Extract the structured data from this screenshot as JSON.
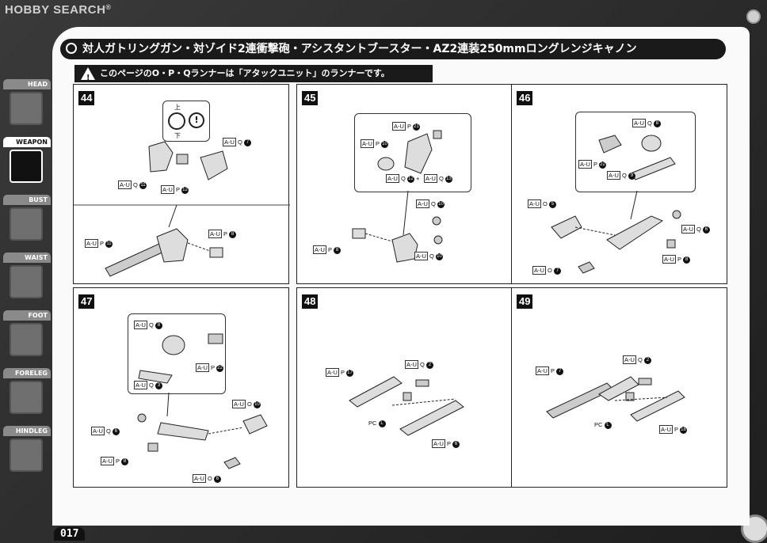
{
  "brand": {
    "name": "HOBBY SEARCH",
    "reg": "®"
  },
  "header": {
    "title": "対人ガトリングガン・対ゾイド2連衝撃砲・アシスタントブースター・AZ2連装250mmロングレンジキャノン"
  },
  "notice": {
    "text": "このページのO・P・Qランナーは「アタックユニット」のランナーです。"
  },
  "sidebar": {
    "tabs": [
      {
        "label": "HEAD",
        "active": false
      },
      {
        "label": "WEAPON",
        "active": true
      },
      {
        "label": "BUST",
        "active": false
      },
      {
        "label": "WAIST",
        "active": false
      },
      {
        "label": "FOOT",
        "active": false
      },
      {
        "label": "FORELEG",
        "active": false
      },
      {
        "label": "HINDLEG",
        "active": false
      }
    ]
  },
  "page_number": "017",
  "steps": [
    {
      "number": "44",
      "detail_labels": [
        "上",
        "下"
      ],
      "parts": [
        {
          "runner": "A-U",
          "letter": "Q",
          "num": "7"
        },
        {
          "runner": "A-U",
          "letter": "Q",
          "num": "11"
        },
        {
          "runner": "A-U",
          "letter": "P",
          "num": "12"
        },
        {
          "runner": "A-U",
          "letter": "P",
          "num": "11"
        },
        {
          "runner": "A-U",
          "letter": "P",
          "num": "8"
        }
      ]
    },
    {
      "number": "45",
      "parts": [
        {
          "runner": "A-U",
          "letter": "P",
          "num": "21"
        },
        {
          "runner": "A-U",
          "letter": "P",
          "num": "10"
        },
        {
          "runner": "A-U",
          "letter": "Q",
          "num": "12"
        },
        {
          "runner": "A-U",
          "letter": "Q",
          "num": "13"
        },
        {
          "runner": "A-U",
          "letter": "Q",
          "num": "10"
        },
        {
          "runner": "A-U",
          "letter": "P",
          "num": "8"
        },
        {
          "runner": "A-U",
          "letter": "Q",
          "num": "10"
        }
      ]
    },
    {
      "number": "46",
      "parts": [
        {
          "runner": "A-U",
          "letter": "Q",
          "num": "8"
        },
        {
          "runner": "A-U",
          "letter": "P",
          "num": "22"
        },
        {
          "runner": "A-U",
          "letter": "Q",
          "num": "9"
        },
        {
          "runner": "A-U",
          "letter": "O",
          "num": "5"
        },
        {
          "runner": "A-U",
          "letter": "Q",
          "num": "6"
        },
        {
          "runner": "A-U",
          "letter": "P",
          "num": "8"
        },
        {
          "runner": "A-U",
          "letter": "O",
          "num": "7"
        }
      ]
    },
    {
      "number": "47",
      "parts": [
        {
          "runner": "A-U",
          "letter": "Q",
          "num": "8"
        },
        {
          "runner": "A-U",
          "letter": "P",
          "num": "22"
        },
        {
          "runner": "A-U",
          "letter": "Q",
          "num": "3"
        },
        {
          "runner": "A-U",
          "letter": "O",
          "num": "10"
        },
        {
          "runner": "A-U",
          "letter": "Q",
          "num": "6"
        },
        {
          "runner": "A-U",
          "letter": "P",
          "num": "8"
        },
        {
          "runner": "A-U",
          "letter": "O",
          "num": "6"
        }
      ]
    },
    {
      "number": "48",
      "parts": [
        {
          "runner": "A-U",
          "letter": "P",
          "num": "17"
        },
        {
          "runner": "A-U",
          "letter": "Q",
          "num": "2"
        },
        {
          "runner": "PC",
          "letter": "",
          "num": "L"
        },
        {
          "runner": "A-U",
          "letter": "P",
          "num": "6"
        }
      ]
    },
    {
      "number": "49",
      "parts": [
        {
          "runner": "A-U",
          "letter": "P",
          "num": "7"
        },
        {
          "runner": "A-U",
          "letter": "Q",
          "num": "2"
        },
        {
          "runner": "PC",
          "letter": "",
          "num": "L"
        },
        {
          "runner": "A-U",
          "letter": "P",
          "num": "18"
        }
      ]
    }
  ]
}
